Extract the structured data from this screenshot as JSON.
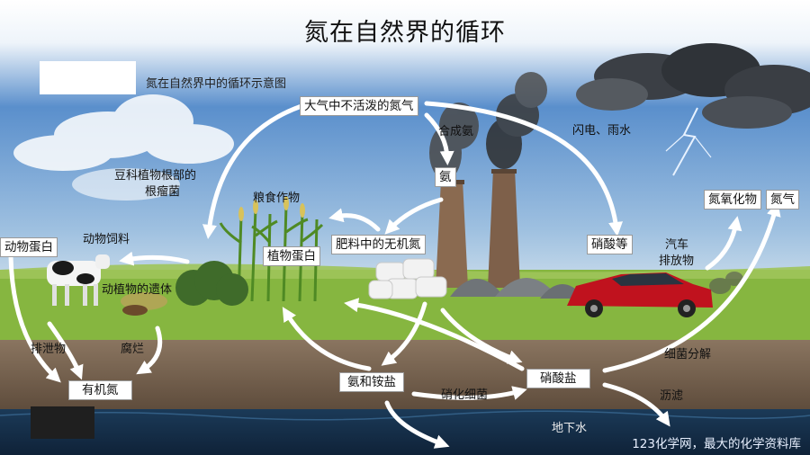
{
  "title": "氮在自然界的循环",
  "subtitle": "氮在自然界中的循环示意图",
  "nodes": {
    "atmosphere": "大气中不活泼的氮气",
    "ammonia": "氨",
    "fertilizer": "肥料中的无机氮",
    "plant_protein": "植物蛋白",
    "animal_protein": "动物蛋白",
    "organic_n": "有机氮",
    "ammonium": "氨和铵盐",
    "nitrate": "硝酸盐",
    "nitric_acid": "硝酸等",
    "nox": "氮氧化物",
    "n2": "氮气"
  },
  "labels": {
    "synthesis": "合成氨",
    "lightning": "闪电、雨水",
    "legume_1": "豆科植物根部的",
    "legume_2": "根瘤菌",
    "crops": "粮食作物",
    "feed": "动物饲料",
    "remains": "动植物的遗体",
    "excreta": "排泄物",
    "decay": "腐烂",
    "nitrifying": "硝化细菌",
    "denitrify": "细菌分解",
    "leaching": "沥滤",
    "groundwater": "地下水",
    "exhaust_1": "汽车",
    "exhaust_2": "排放物"
  },
  "footer": "123化学网，最大的化学资料库",
  "colors": {
    "sky_top": "#4f87c9",
    "sky_horizon": "#cfe0ef",
    "grass": "#7fb33a",
    "soil": "#7a6652",
    "water": "#15324e",
    "arrow": "#ffffff",
    "car": "#c0121e"
  }
}
